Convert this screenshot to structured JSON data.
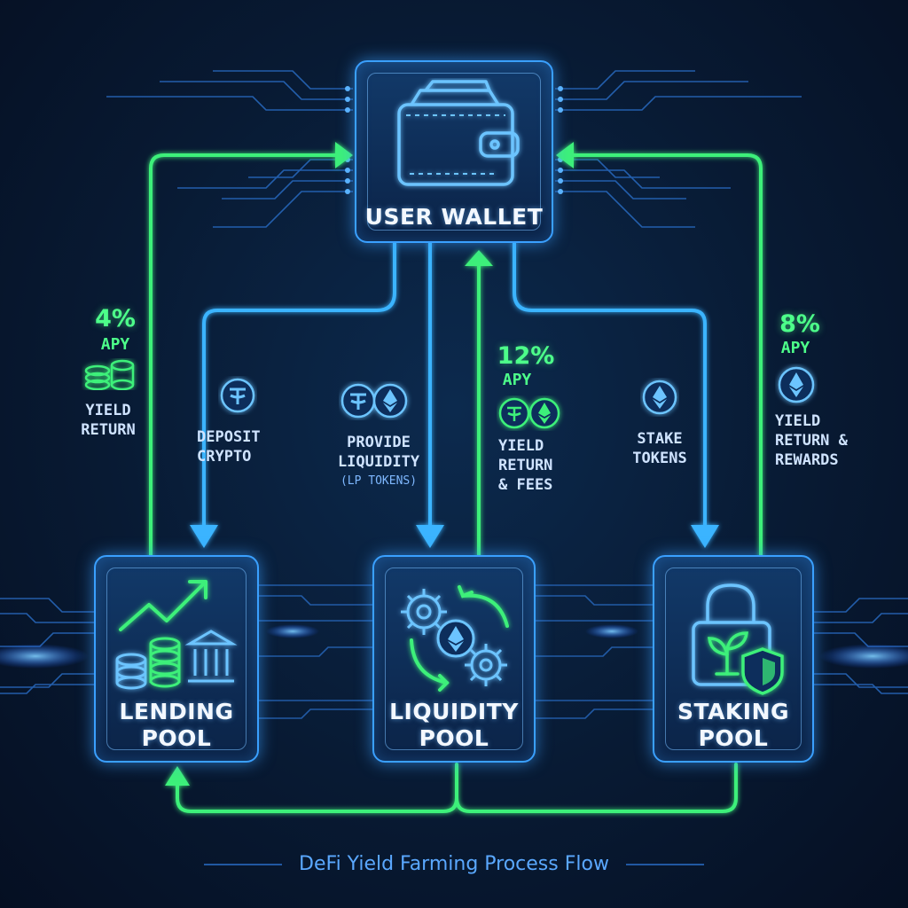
{
  "nodes": {
    "wallet": {
      "title": "USER WALLET"
    },
    "lending": {
      "title_line1": "LENDING",
      "title_line2": "POOL"
    },
    "liquidity": {
      "title_line1": "LIQUIDITY",
      "title_line2": "POOL"
    },
    "staking": {
      "title_line1": "STAKING",
      "title_line2": "POOL"
    }
  },
  "flows": {
    "deposit": {
      "line1": "DEPOSIT",
      "line2": "CRYPTO"
    },
    "provide": {
      "line1": "PROVIDE",
      "line2": "LIQUIDITY",
      "line3": "(LP TOKENS)"
    },
    "stake": {
      "line1": "STAKE",
      "line2": "TOKENS"
    }
  },
  "returns": {
    "lending": {
      "pct": "4%",
      "apy": "APY",
      "line1": "YIELD",
      "line2": "RETURN"
    },
    "liquidity": {
      "pct": "12%",
      "apy": "APY",
      "line1": "YIELD",
      "line2": "RETURN",
      "line3": "& FEES"
    },
    "staking": {
      "pct": "8%",
      "apy": "APY",
      "line1": "YIELD",
      "line2": "RETURN &",
      "line3": "REWARDS"
    }
  },
  "footer": "DeFi Yield Farming Process Flow",
  "colors": {
    "blue": "#3aa0ff",
    "green": "#4dff8a",
    "background": "#081a33"
  },
  "icons": [
    "wallet-icon",
    "growth-chart-icon",
    "coin-stack-icon",
    "bank-icon",
    "gears-icon",
    "ethereum-icon",
    "tether-icon",
    "lock-icon",
    "sprout-icon",
    "shield-icon"
  ]
}
